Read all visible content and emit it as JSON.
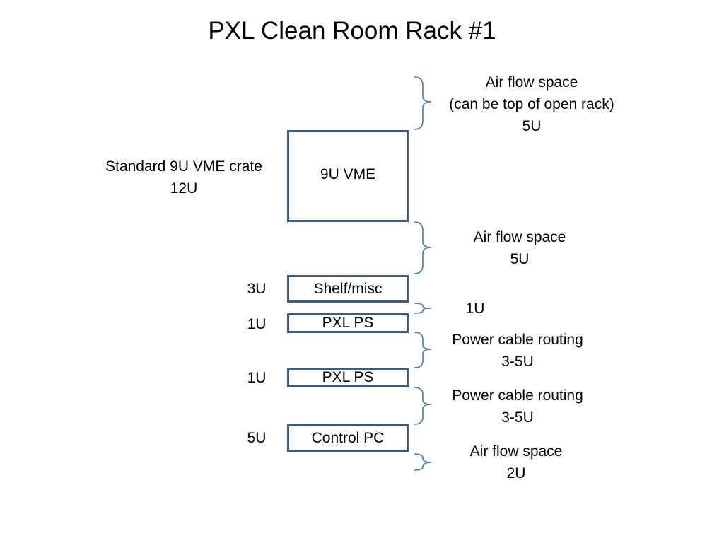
{
  "title": "PXL Clean Room Rack #1",
  "colors": {
    "box_border": "#3d5a80",
    "brace": "#4a7ab5"
  },
  "rack": [
    {
      "id": "vme",
      "label": "9U VME",
      "size_label": [
        "Standard 9U VME crate",
        "12U"
      ]
    },
    {
      "id": "shelf",
      "label": "Shelf/misc",
      "size_label": [
        "3U"
      ]
    },
    {
      "id": "pxl-ps-1",
      "label": "PXL PS",
      "size_label": [
        "1U"
      ]
    },
    {
      "id": "pxl-ps-2",
      "label": "PXL PS",
      "size_label": [
        "1U"
      ]
    },
    {
      "id": "control-pc",
      "label": "Control PC",
      "size_label": [
        "5U"
      ]
    }
  ],
  "gaps": [
    {
      "id": "top-air",
      "lines": [
        "Air flow space",
        "(can be top of open rack)",
        "5U"
      ]
    },
    {
      "id": "air-2",
      "lines": [
        "Air flow space",
        "5U"
      ]
    },
    {
      "id": "gap-1u",
      "lines": [
        "1U"
      ]
    },
    {
      "id": "cable-1",
      "lines": [
        "Power cable routing",
        "3-5U"
      ]
    },
    {
      "id": "cable-2",
      "lines": [
        "Power cable routing",
        "3-5U"
      ]
    },
    {
      "id": "bottom-air",
      "lines": [
        "Air flow space",
        "2U"
      ]
    }
  ]
}
